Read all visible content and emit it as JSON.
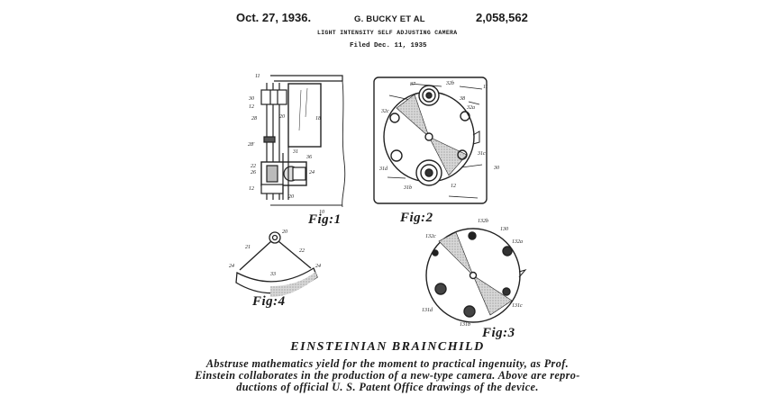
{
  "header": {
    "date": "Oct. 27, 1936.",
    "inventor": "G. BUCKY ET AL",
    "patent_number": "2,058,562",
    "title": "LIGHT INTENSITY SELF ADJUSTING CAMERA",
    "filed": "Filed Dec. 11, 1935"
  },
  "figures": {
    "fig1": {
      "label": "Fig:1",
      "refs": [
        "11",
        "30",
        "12",
        "28",
        "20",
        "18",
        "28'",
        "31",
        "36",
        "22",
        "26",
        "24",
        "12",
        "20",
        "10"
      ]
    },
    "fig2": {
      "label": "Fig:2",
      "refs": [
        "37",
        "32b",
        "11",
        "38",
        "32c",
        "32a",
        "31c",
        "30",
        "31d",
        "31b",
        "12"
      ]
    },
    "fig3": {
      "label": "Fig:3",
      "refs": [
        "132b",
        "130",
        "132c",
        "132a",
        "131c",
        "131d",
        "131b"
      ]
    },
    "fig4": {
      "label": "Fig:4",
      "refs": [
        "20",
        "21",
        "22",
        "24",
        "24",
        "33"
      ]
    }
  },
  "caption": {
    "title": "EINSTEINIAN BRAINCHILD",
    "lines": [
      "Abstruse mathematics yield for the moment to practical ingenuity, as Prof.",
      "Einstein collaborates in the production of a new-type camera. Above are repro-",
      "ductions of official U. S. Patent Office drawings of the device."
    ]
  }
}
